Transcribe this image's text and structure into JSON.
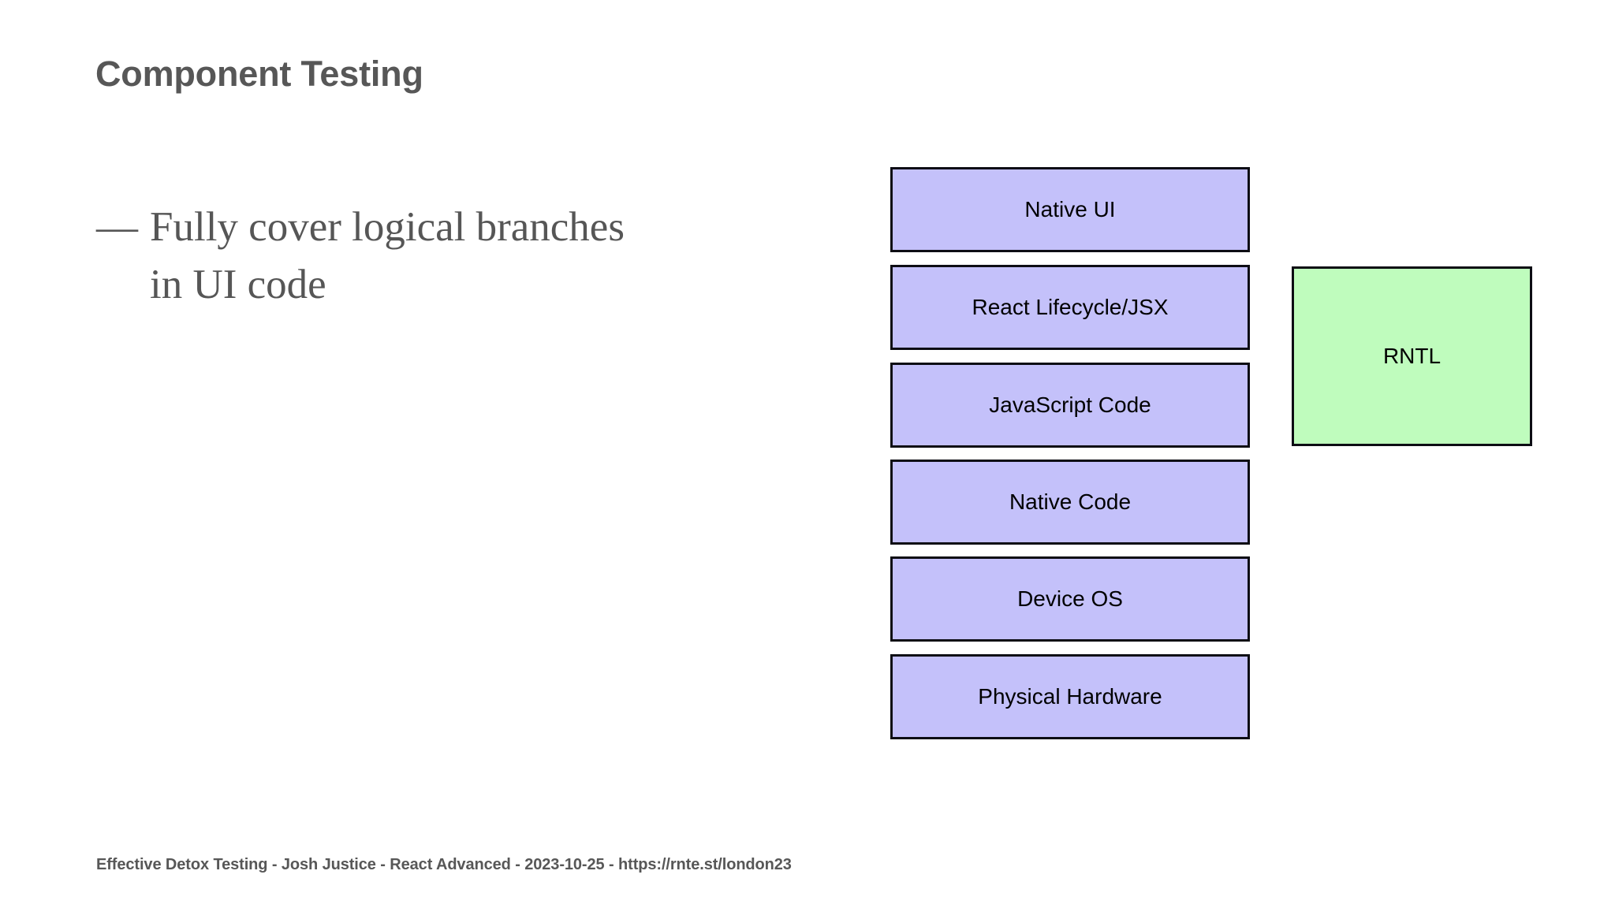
{
  "slide": {
    "title": "Component Testing",
    "footer": "Effective Detox Testing - Josh Justice - React Advanced - 2023-10-25 - https://rnte.st/london23",
    "background_color": "#ffffff",
    "title_color": "#575757",
    "body_color": "#565656"
  },
  "bullets": [
    {
      "marker": "—",
      "text": "Fully cover logical branches in UI code"
    }
  ],
  "diagram": {
    "stack_label": "",
    "layers": [
      {
        "label": "Native UI",
        "fill": "#c4c1fa",
        "stroke": "#0d0d14"
      },
      {
        "label": "React Lifecycle/JSX",
        "fill": "#c4c1fa",
        "stroke": "#0d0d14"
      },
      {
        "label": "JavaScript Code",
        "fill": "#c4c1fa",
        "stroke": "#0d0d14"
      },
      {
        "label": "Native Code",
        "fill": "#c4c1fa",
        "stroke": "#0d0d14"
      },
      {
        "label": "Device OS",
        "fill": "#c4c1fa",
        "stroke": "#0d0d14"
      },
      {
        "label": "Physical Hardware",
        "fill": "#c4c1fa",
        "stroke": "#0d0d14"
      }
    ],
    "tools": [
      {
        "label": "RNTL",
        "fill": "#bffcbd",
        "stroke": "#0d0d14",
        "covers": [
          "React Lifecycle/JSX",
          "JavaScript Code"
        ]
      }
    ]
  }
}
